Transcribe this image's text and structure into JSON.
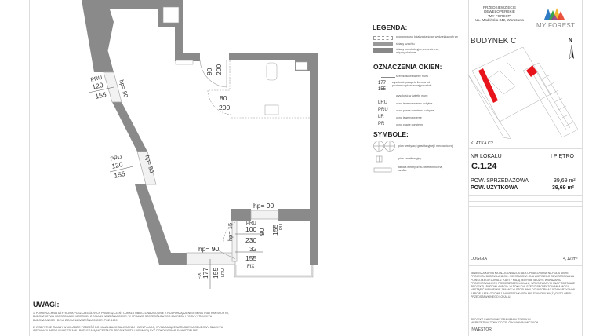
{
  "plan": {
    "window1": {
      "type": "PRU",
      "w": "120",
      "h": "155",
      "hp": "hp= 90"
    },
    "window2": {
      "type": "PRU",
      "w": "120",
      "h": "155",
      "hp": "hp= 90"
    },
    "entry_door": {
      "w": "90",
      "h": "200"
    },
    "bath_door": {
      "w": "80",
      "h": "200"
    },
    "loggia_window_top": {
      "hp": "hp= 90",
      "h": "155",
      "type": "LRU"
    },
    "loggia_door": {
      "type": "PRU",
      "w": "100",
      "w2": "90",
      "hp": "hp= 15",
      "h": "230",
      "sill": "32"
    },
    "loggia_fix": {
      "h": "155",
      "type": "FIX"
    },
    "living_window": {
      "hp": "hp= 90",
      "fix": "FIX",
      "w": "177",
      "h": "155",
      "type": "LRU"
    }
  },
  "legend": {
    "title": "LEGENDA:",
    "items": [
      "proponowana lokalizacja ścian wydzielających wc",
      "ściany szachtu",
      "ściany konstrukcyjne, zewnętrzne, międzylokalowe"
    ]
  },
  "windows": {
    "title": "OZNACZENIA OKIEN:",
    "example_w": "177",
    "example_h": "155",
    "notes": [
      "szerokość w świetle muru",
      "wysokość parapetu liczona od poziomu wykończonej posadzki",
      "wysokość w świetle muru"
    ],
    "types": [
      {
        "code": "LRU",
        "desc": "okno lewe rozwierno-uchylne"
      },
      {
        "code": "PRU",
        "desc": "okno prawe rozwierno-uchylne"
      },
      {
        "code": "LR",
        "desc": "okno lewe rozwierne"
      },
      {
        "code": "PR",
        "desc": "okno prawe rozwierne"
      }
    ]
  },
  "symbols": {
    "title": "SYMBOLE:",
    "items": [
      "pion wentylacji grawitacyjnej / mechanicznej",
      "pion kanalizacyjny",
      "tablica elektryczna / teletechniczna, szafka"
    ]
  },
  "developer": {
    "line1": "PRZEDSIĘWZIĘCIE",
    "line2": "DEWELOPERSKIE",
    "line3": "\"MY FOREST\"",
    "address": "UL. Modlińska 342, Warszawa",
    "logo_text": "MY FOREST",
    "logo_colors": [
      "#2e7bc4",
      "#3aa64a",
      "#f2b01e",
      "#e8402a",
      "#8b3fa0"
    ]
  },
  "building": {
    "label": "BUDYNEK C",
    "north": "N",
    "staircase": "KLATKA C2",
    "highlight_color": "#e8141b"
  },
  "unit": {
    "nr_label": "NR LOKALU",
    "floor": "I PIĘTRO",
    "number": "C.1.24",
    "sales_area_label": "POW. SPRZEDAŻOWA",
    "sales_area": "39,69 m²",
    "usable_area_label": "POW. UŻYTKOWA",
    "usable_area": "39,69 m²",
    "loggia_label": "LOGGIA",
    "loggia_area": "4,12 m²"
  },
  "disclaimer": "NINIEJSZA KARTA KATALOGOWA ZOSTAŁA OPRACOWANA NA PODSTAWIE PROJEKTU BUDOWLANEGO. NIE STANOWI ONA WIERNEGO ODWZOROWANIA POWSTAŁEGO LOKALU. KARTY MAJĄ JEDYNIE SŁUŻYĆ WSKAZANIU PROJEKTOWANYCH POMIESZCZEŃ LOKALU, WRYSOWANYCH NA PODSTAWIE PROJEKTU BUDOWLANEGO. W TOKU DALSZEGO PROJEKTOWANIA MOGĄ NASTĄPIĆ NIEWIELKIE ZMIANY W STOSUNKU DO INFORMACJI ZAWARTYCH W KARCIE KATALOGOWEJ. NINIEJSZA KARTA NIE STANOWI WIĄŻĄCEGO OPISU PRZEDSTAWIONEGO LOKALU.",
  "copyright": "PROJEKT CHRONIONY PRAWEM AUTORSKIM NIEPRZEZNACZONY DO CELÓW WYKONAWCZYCH",
  "investor": "INWESTOR:",
  "notes": {
    "title": "UWAGI:",
    "items": [
      "1. POWIERZCHNIA UŻYTKOWA POSZCZEGÓLNYCH POMIESZCZEŃ I LOKALU OBLICZONA ZGODNIE Z ROZPORZĄDZENIEM MINISTRA TRANSPORTU, BUDOWNICTWA I GOSPODARKI MORSKIEJ Z DNIA 11 WRZEŚNIA 2020R. W SPRAWIE SZCZEGÓŁOWEGO ZAKRESU I FORMY PROJEKTU BUDOWLANEGO / DZ.U. Z DNIA 16 WRZEŚNIA 2020 R. POZ. 1609",
      "2. WSZYSTKIE ZMIANY W UKŁADZIE PODEJŚĆ DO KANALIZACJI SANITARNEJ I WENTYLACJI, WYMAGAJĄCE NARUSZENIA OBUDOWY SZACHTU INSTALACYJNEGO W MIESZKANIU PODLEGAJĄ AKCEPTACJI PROJEKTANTA I NIE MOGĄ BYĆ DOKONYWANE SAMODZIELNIE."
    ]
  }
}
